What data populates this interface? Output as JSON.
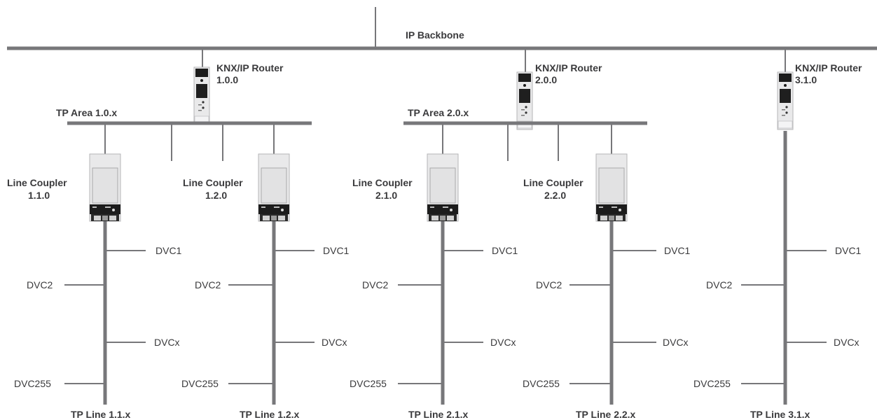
{
  "backbone": {
    "label": "IP Backbone"
  },
  "routers": [
    {
      "title": "KNX/IP Router",
      "address": "1.0.0"
    },
    {
      "title": "KNX/IP Router",
      "address": "2.0.0"
    },
    {
      "title": "KNX/IP Router",
      "address": "3.1.0"
    }
  ],
  "areas": [
    {
      "label": "TP Area 1.0.x"
    },
    {
      "label": "TP Area 2.0.x"
    }
  ],
  "couplers": [
    {
      "title": "Line Coupler",
      "address": "1.1.0"
    },
    {
      "title": "Line Coupler",
      "address": "1.2.0"
    },
    {
      "title": "Line Coupler",
      "address": "2.1.0"
    },
    {
      "title": "Line Coupler",
      "address": "2.2.0"
    }
  ],
  "lines": [
    {
      "label": "TP Line 1.1.x",
      "devices": [
        "DVC1",
        "DVC2",
        "DVCx",
        "DVC255"
      ]
    },
    {
      "label": "TP Line 1.2.x",
      "devices": [
        "DVC1",
        "DVC2",
        "DVCx",
        "DVC255"
      ]
    },
    {
      "label": "TP Line 2.1.x",
      "devices": [
        "DVC1",
        "DVC2",
        "DVCx",
        "DVC255"
      ]
    },
    {
      "label": "TP Line 2.2.x",
      "devices": [
        "DVC1",
        "DVC2",
        "DVCx",
        "DVC255"
      ]
    },
    {
      "label": "TP Line 3.1.x",
      "devices": [
        "DVC1",
        "DVC2",
        "DVCx",
        "DVC255"
      ]
    }
  ],
  "colors": {
    "line": "#77777a",
    "text": "#3a3a3c",
    "device_body": "#e9e9ea",
    "device_dark": "#1c1c1c"
  }
}
